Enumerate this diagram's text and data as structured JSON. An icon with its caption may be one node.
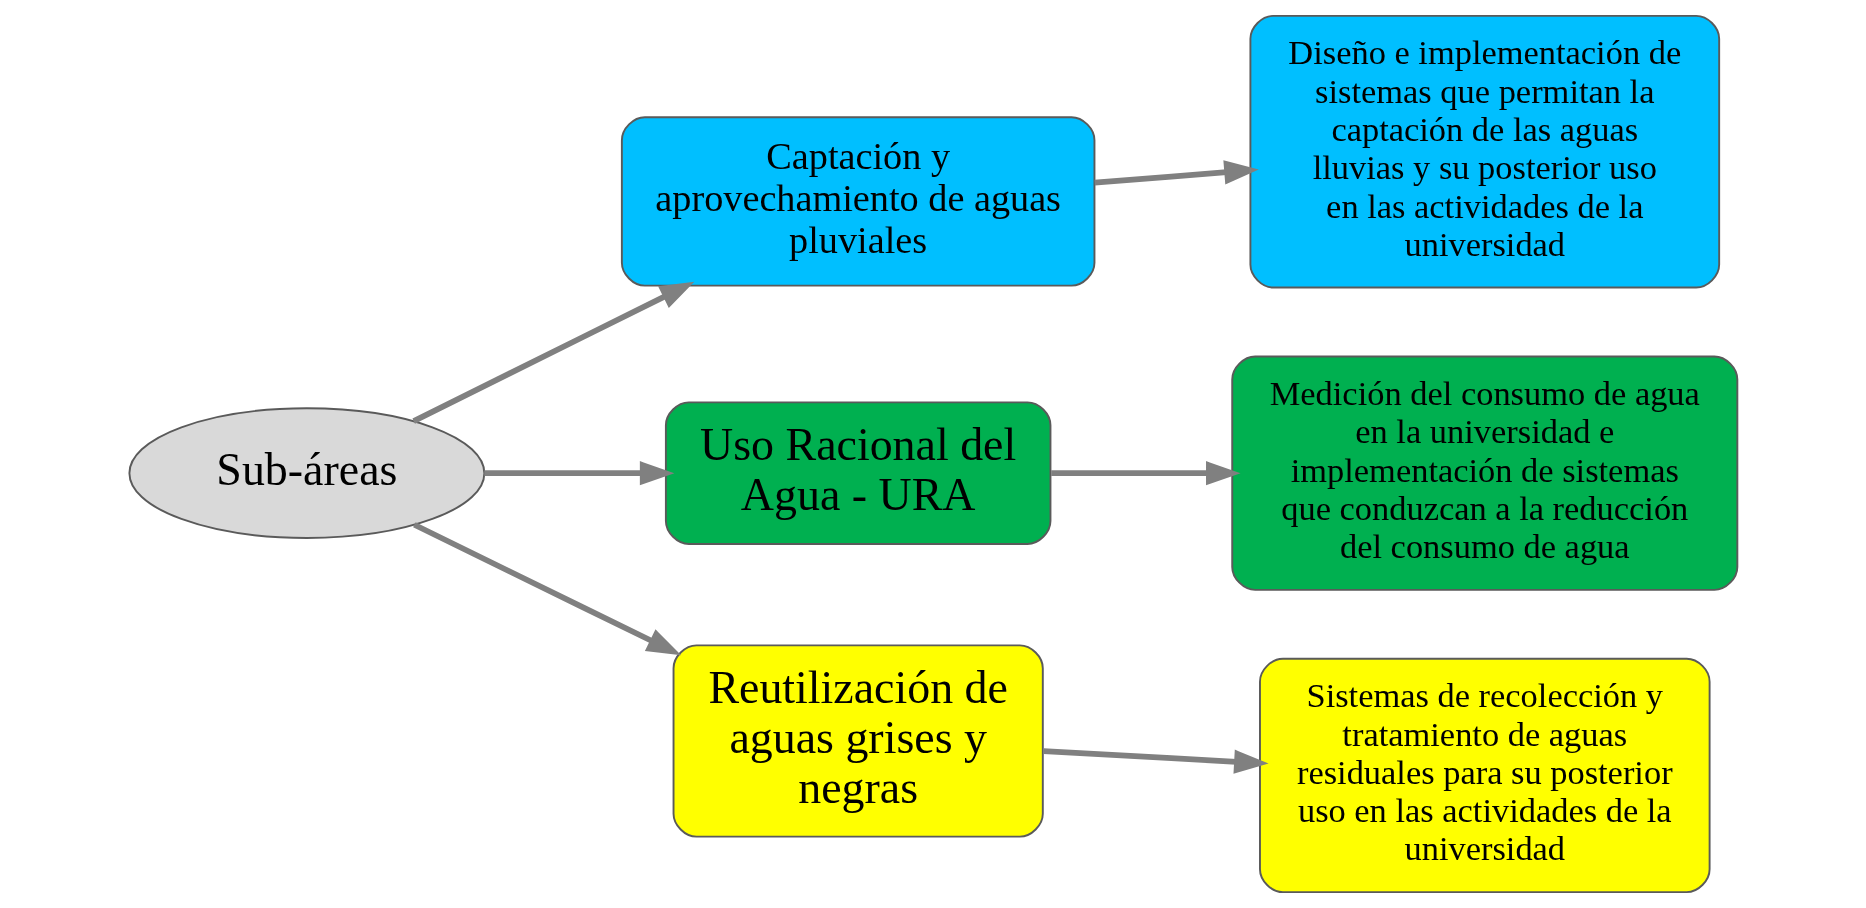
{
  "diagram": {
    "nodes": [
      {
        "text": [
          "Sub-áreas"
        ]
      },
      {
        "text": [
          "Captación y aprovechamiento de aguas pluviales"
        ]
      },
      {
        "text": [
          "Diseño e implementación de sistemas que permitan la captación de las aguas lluvias y su posterior uso en las actividades de la universidad"
        ]
      },
      {
        "text": [
          "Uso Racional del Agua - URA"
        ]
      },
      {
        "text": [
          "Medición del consumo de agua en la universidad e implementación de sistemas que conduzcan a la reducción del consumo de agua"
        ]
      },
      {
        "text": [
          "Reutilización de aguas grises y negras"
        ]
      },
      {
        "text": [
          "Sistemas de recolección y tratamiento de aguas residuales para su posterior uso en las actividades de la universidad"
        ]
      }
    ],
    "edges": [
      {
        "from": 0,
        "to": 1,
        "arrow": "to"
      },
      {
        "from": 0,
        "to": 3,
        "arrow": "to"
      },
      {
        "from": 0,
        "to": 5,
        "arrow": "to"
      },
      {
        "from": 1,
        "to": 2,
        "arrow": "to"
      },
      {
        "from": 3,
        "to": 4,
        "arrow": "to"
      },
      {
        "from": 5,
        "to": 6,
        "arrow": "to"
      }
    ]
  }
}
